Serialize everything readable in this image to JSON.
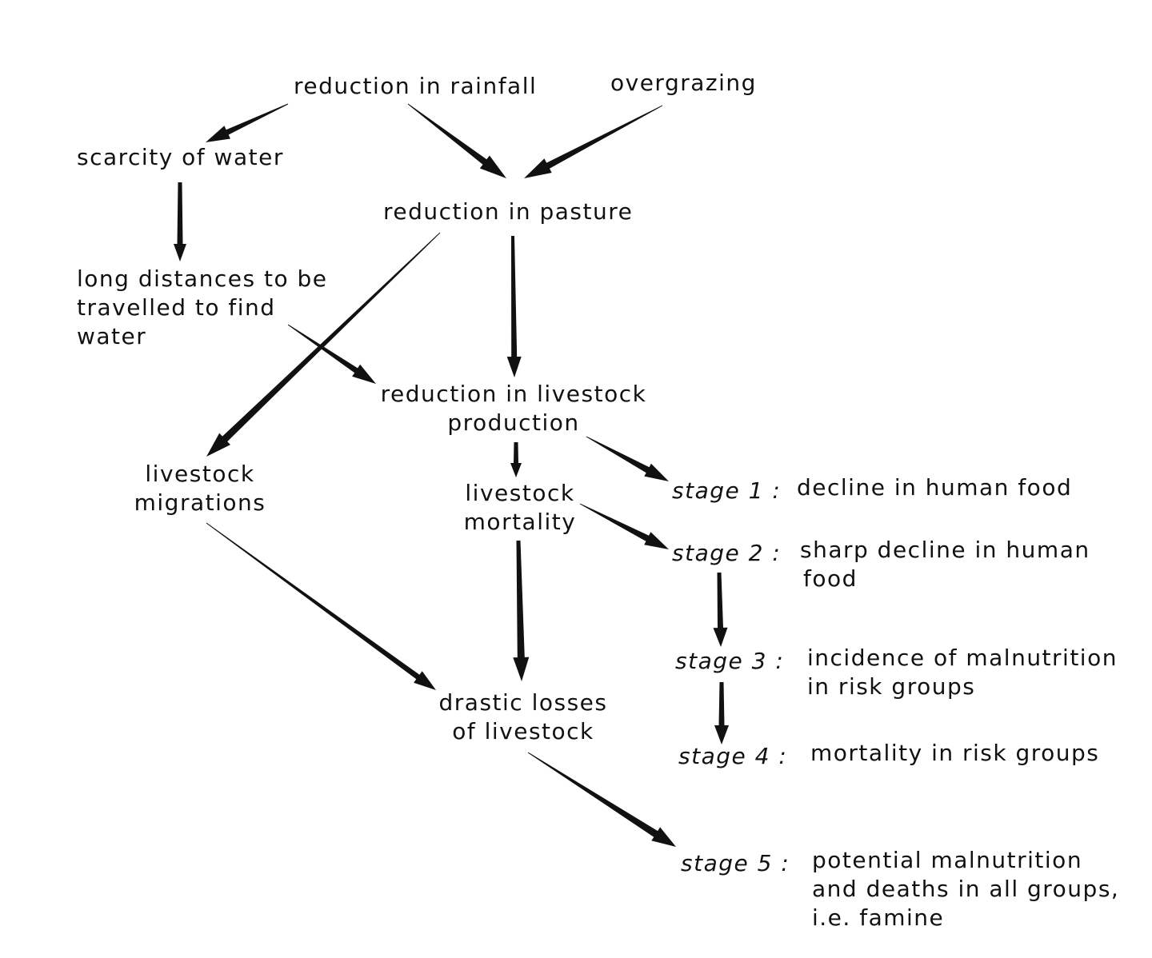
{
  "nodes": {
    "reduction_in_rainfall": "reduction in rainfall",
    "overgrazing": "overgrazing",
    "scarcity_of_water": "scarcity of water",
    "reduction_in_pasture": "reduction in pasture",
    "long_distances": [
      "long distances to be",
      "travelled to find",
      "water"
    ],
    "reduction_in_livestock_production": [
      "reduction in livestock",
      "production"
    ],
    "livestock_migrations": [
      "livestock",
      "migrations"
    ],
    "livestock_mortality": [
      "livestock",
      "mortality"
    ],
    "drastic_losses": [
      "drastic losses",
      "of livestock"
    ]
  },
  "stages": [
    {
      "label": "stage 1 :",
      "text": [
        "decline in human food"
      ]
    },
    {
      "label": "stage 2 :",
      "text": [
        "sharp decline in human",
        "food"
      ]
    },
    {
      "label": "stage 3 :",
      "text": [
        "incidence of malnutrition",
        "in risk groups"
      ]
    },
    {
      "label": "stage 4 :",
      "text": [
        "mortality in risk groups"
      ]
    },
    {
      "label": "stage 5 :",
      "text": [
        "potential malnutrition",
        "and deaths in all groups,",
        "i.e. famine"
      ]
    }
  ],
  "colors": {
    "ink": "#111111",
    "background": "#ffffff"
  }
}
